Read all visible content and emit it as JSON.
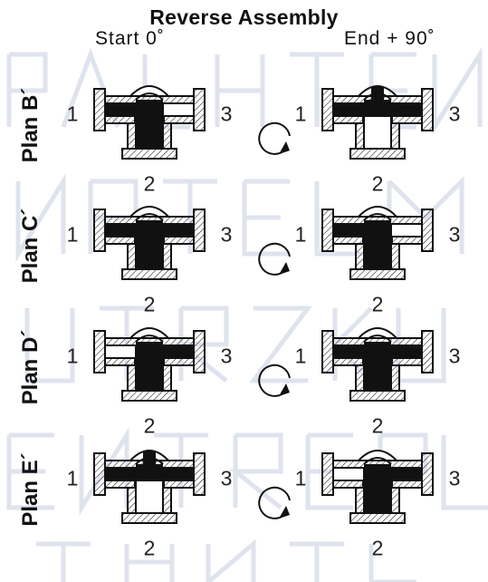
{
  "title": "Reverse Assembly",
  "start_label": "Start 0˚",
  "end_label": "End + 90˚",
  "colors": {
    "ink": "#111111",
    "watermark": "#dfe3ee"
  },
  "plans": [
    {
      "label": "Plan B´",
      "start": "L-left-down",
      "end": "T-straight-up",
      "ports": {
        "left": "1",
        "right": "3",
        "bottom": "2"
      }
    },
    {
      "label": "Plan C´",
      "start": "T-full",
      "end": "L-left-down",
      "ports": {
        "left": "1",
        "right": "3",
        "bottom": "2"
      }
    },
    {
      "label": "Plan D´",
      "start": "L-right-down",
      "end": "T-full",
      "ports": {
        "left": "1",
        "right": "3",
        "bottom": "2"
      }
    },
    {
      "label": "Plan E´",
      "start": "T-straight-up",
      "end": "L-right-down",
      "ports": {
        "left": "1",
        "right": "3",
        "bottom": "2"
      }
    }
  ]
}
